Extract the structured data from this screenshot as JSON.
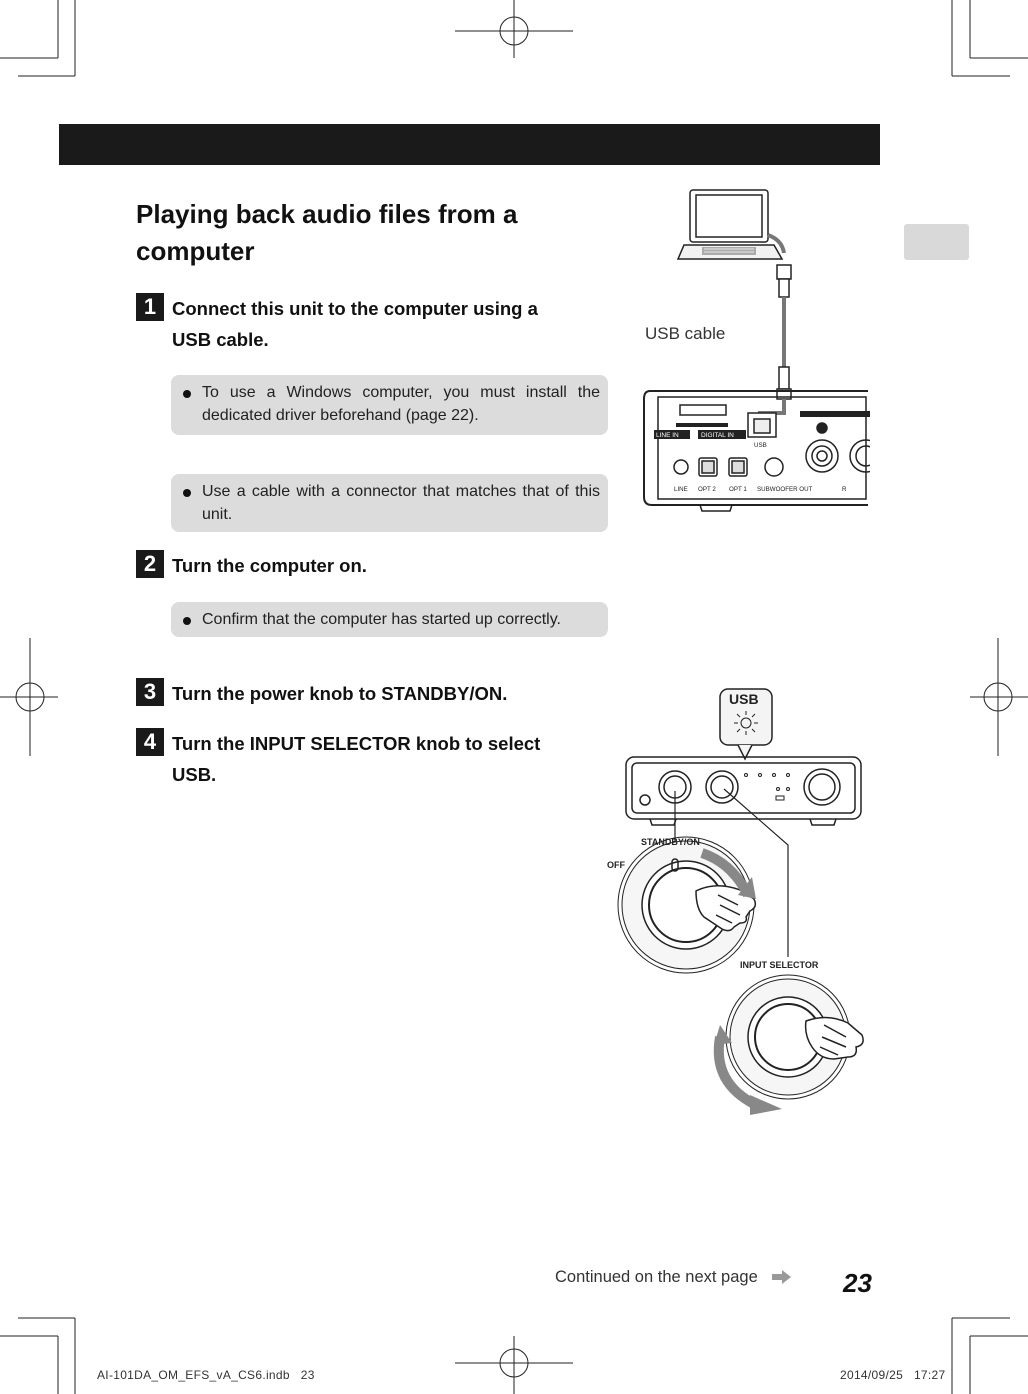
{
  "header": {
    "bar_color": "#1a1a1a",
    "tab_color": "#d9d9d9"
  },
  "title": "Playing back audio files from a computer",
  "steps": [
    {
      "num": "1",
      "text": "Connect this unit to the computer using a USB cable."
    },
    {
      "num": "2",
      "text": "Turn the computer on."
    },
    {
      "num": "3",
      "text": "Turn the power knob to STANDBY/ON."
    },
    {
      "num": "4",
      "text": "Turn the INPUT SELECTOR knob to select USB."
    }
  ],
  "notes": [
    "To use a Windows computer, you must install the dedicated driver beforehand (page 22).",
    "Use a cable with a connector that matches that of this unit.",
    "Confirm that the computer has started up correctly."
  ],
  "figure_rear": {
    "cable_label": "USB cable",
    "panel_labels": {
      "line_in": "LINE IN",
      "digital_in": "DIGITAL IN",
      "usb": "USB",
      "line": "LINE",
      "opt2": "OPT 2",
      "opt1": "OPT 1",
      "subwoofer_out": "SUBWOOFER OUT",
      "right": "R"
    }
  },
  "figure_front": {
    "usb_indicator": "USB",
    "standby_label": "STANDBY/ON",
    "off_label": "OFF",
    "input_selector_label": "INPUT SELECTOR"
  },
  "footer": {
    "continued": "Continued on the next page",
    "arrow_icon": "right-arrow-icon",
    "page_number": "23",
    "slug_file": "AI-101DA_OM_EFS_vA_CS6.indb   23",
    "slug_date": "2014/09/25   17:27"
  }
}
